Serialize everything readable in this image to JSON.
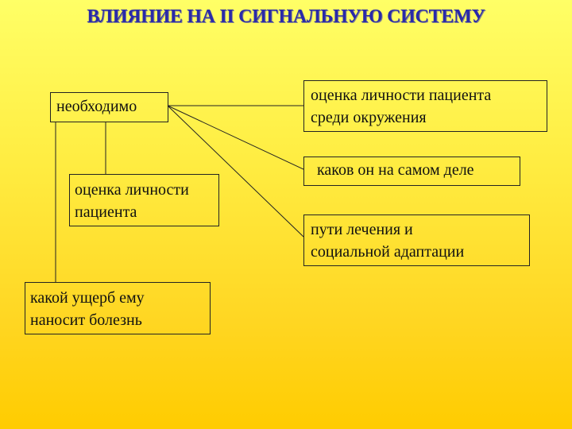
{
  "title": "ВЛИЯНИЕ НА II СИГНАЛЬНУЮ СИСТЕМУ",
  "colors": {
    "title": "#2a2aa8",
    "bg_top": "#ffff66",
    "bg_bottom": "#ffcc00",
    "line": "#222222"
  },
  "nodes": {
    "necessary": "необходимо",
    "assessment": {
      "line1": "оценка личности",
      "line2": "пациента"
    },
    "damage": {
      "line1": "какой ущерб ему",
      "line2": "наносит болезнь"
    },
    "env_assessment": {
      "line1": "оценка личности пациента",
      "line2": "среди окружения"
    },
    "actual": "каков он на самом деле",
    "treatment": {
      "line1": "пути лечения и",
      "line2": "социальной адаптации"
    }
  }
}
